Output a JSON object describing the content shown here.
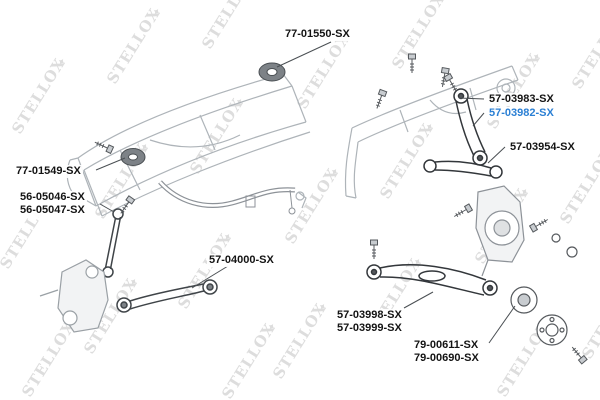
{
  "watermark": {
    "text": "STELLOX",
    "star": "✦"
  },
  "colors": {
    "highlight_link": "#2a7fd4",
    "label_text": "#141414",
    "line_art_light": "#aeb4b9",
    "line_art_dark": "#33373b",
    "watermark": "#dddddd"
  },
  "labels": [
    {
      "text": "77-01550-SX",
      "highlighted": false
    },
    {
      "text": "77-01549-SX",
      "highlighted": false
    },
    {
      "text": "56-05046-SX",
      "highlighted": false
    },
    {
      "text": "56-05047-SX",
      "highlighted": false
    },
    {
      "text": "57-04000-SX",
      "highlighted": false
    },
    {
      "text": "57-03983-SX",
      "highlighted": false
    },
    {
      "text": "57-03982-SX",
      "highlighted": true
    },
    {
      "text": "57-03954-SX",
      "highlighted": false
    },
    {
      "text": "57-03998-SX",
      "highlighted": false
    },
    {
      "text": "57-03999-SX",
      "highlighted": false
    },
    {
      "text": "79-00611-SX",
      "highlighted": false
    },
    {
      "text": "79-00690-SX",
      "highlighted": false
    }
  ]
}
